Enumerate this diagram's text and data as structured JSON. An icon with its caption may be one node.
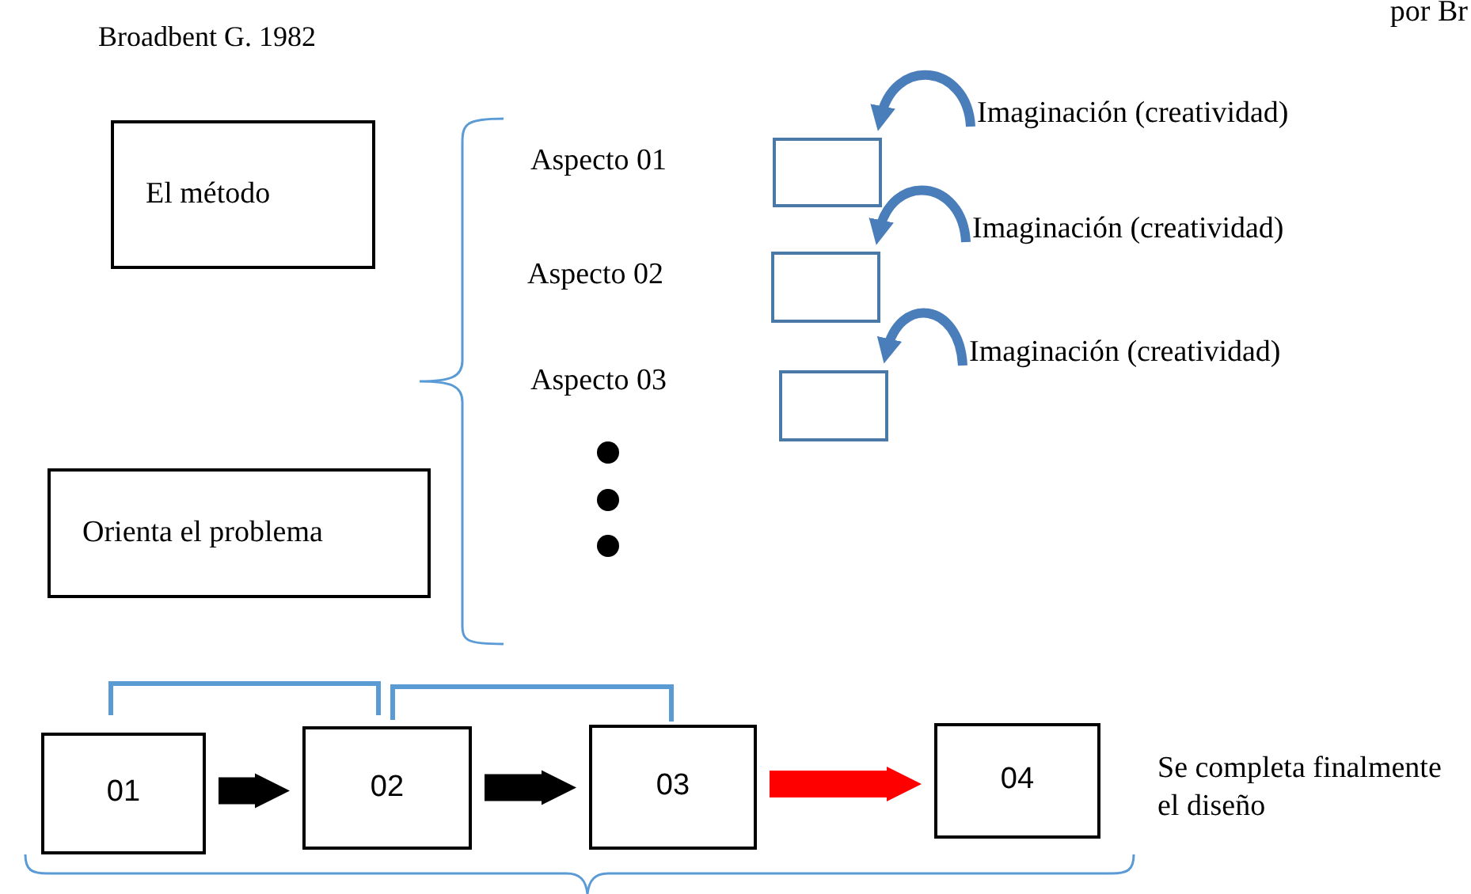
{
  "diagram": {
    "nodes": [
      {
        "text": [
          "El método"
        ]
      },
      {
        "text": [
          "Orienta el problema"
        ]
      },
      {
        "text": [
          "Imaginación (creatividad)"
        ]
      },
      {
        "text": [],
        "shape": "box"
      },
      {
        "text": [
          "Imaginación (creatividad)"
        ]
      },
      {
        "text": [],
        "shape": "box"
      },
      {
        "text": [
          "Imaginación (creatividad)"
        ]
      },
      {
        "text": [],
        "shape": "box"
      },
      {
        "text": [
          "01"
        ]
      },
      {
        "text": [
          "02"
        ]
      },
      {
        "text": [
          "03"
        ]
      },
      {
        "text": [
          "04"
        ]
      }
    ],
    "edges": [
      {
        "from": 2,
        "to": 3,
        "arrow": "to",
        "color": "#4a7ebb"
      },
      {
        "from": 4,
        "to": 5,
        "arrow": "to",
        "color": "#4a7ebb"
      },
      {
        "from": 6,
        "to": 7,
        "arrow": "to",
        "color": "#4a7ebb"
      },
      {
        "from": 8,
        "to": 9,
        "arrow": "to",
        "style": "thick",
        "color": "#000000"
      },
      {
        "from": 9,
        "to": 10,
        "arrow": "to",
        "style": "thick",
        "color": "#000000"
      },
      {
        "from": 10,
        "to": 11,
        "arrow": "to",
        "style": "thick",
        "color": "#ff0000"
      }
    ],
    "labels": [
      "Broadbent G. 1982",
      "por Br",
      "Aspecto 01",
      "Aspecto 02",
      "Aspecto 03",
      "Se completa finalmente el diseño"
    ]
  }
}
